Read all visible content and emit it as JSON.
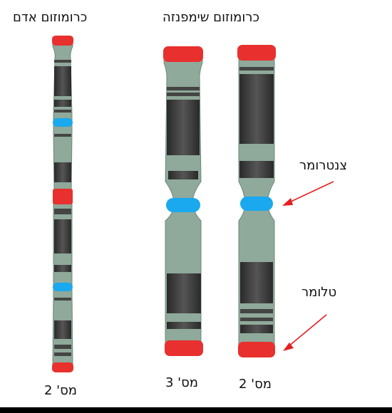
{
  "titles": {
    "human": "כרומוזום אדם",
    "chimp": "כרומוזום שימפנזה"
  },
  "annotations": {
    "centromere": "צנטרומר",
    "telomere": "טלומר"
  },
  "captions": {
    "human_2": "מס' 2",
    "chimp_3": "מס' 3",
    "chimp_2": "מס' 2"
  },
  "colors": {
    "chromatid_body": "#8fa99a",
    "band_dark": "#3c3c3c",
    "centromere": "#1aa8ee",
    "telomere": "#e8302e",
    "arrow": "#e32020"
  }
}
